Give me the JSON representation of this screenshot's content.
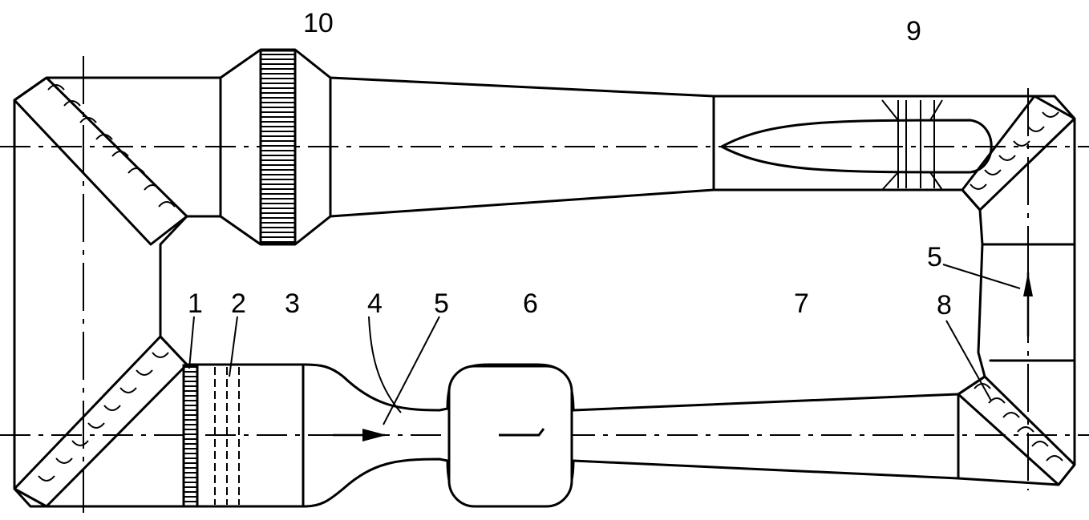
{
  "labels": {
    "n1": "1",
    "n2": "2",
    "n3": "3",
    "n4": "4",
    "n5a": "5",
    "n5b": "5",
    "n6": "6",
    "n7": "7",
    "n8": "8",
    "n9": "9",
    "n10": "10"
  }
}
